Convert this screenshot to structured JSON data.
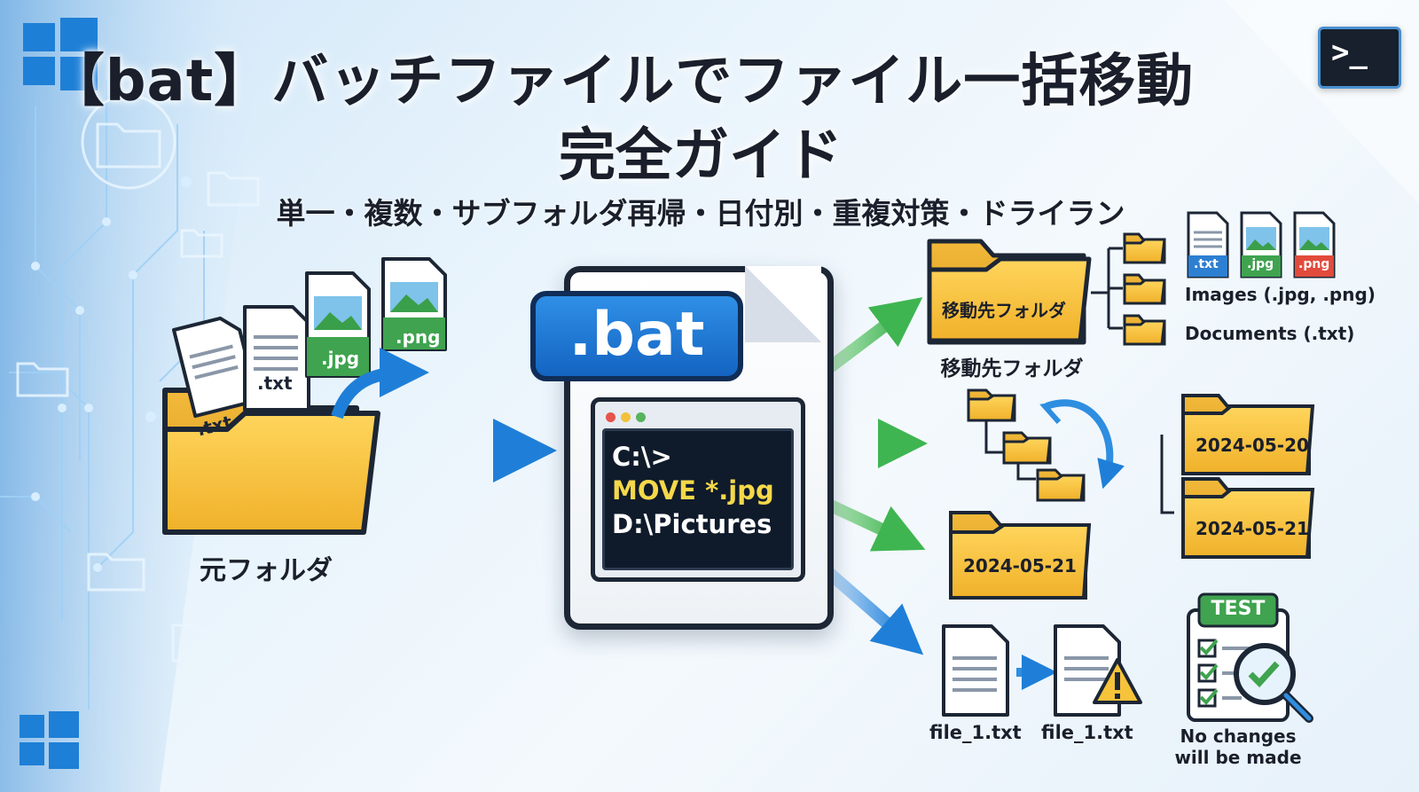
{
  "title": {
    "line1": "【bat】バッチファイルでファイル一括移動",
    "line2": "完全ガイド"
  },
  "subtitle": "単一・複数・サブフォルダ再帰・日付別・重複対策・ドライラン",
  "source": {
    "folder_label": "元フォルダ",
    "files": [
      ".txt",
      ".txt",
      ".jpg",
      ".png"
    ]
  },
  "bat": {
    "badge": ".bat",
    "command_lines": [
      "C:\\>",
      "MOVE *.jpg",
      "D:\\Pictures"
    ]
  },
  "destination": {
    "folder_inner_label": "移動先フォルダ",
    "folder_caption": "移動先フォルダ",
    "file_types": [
      ".txt",
      ".jpg",
      ".png"
    ],
    "subfolders": [
      "Images (.jpg, .png)",
      "Documents (.txt)"
    ]
  },
  "date_folders": {
    "single": "2024-05-21",
    "list": [
      "2024-05-20",
      "2024-05-21"
    ]
  },
  "duplicates": {
    "original": "file_1.txt",
    "conflict": "file_1.txt"
  },
  "dry_run": {
    "badge": "TEST",
    "caption_line1": "No changes",
    "caption_line2": "will be made"
  },
  "colors": {
    "folder": "#f7c33a",
    "folder_dark": "#e2a31f",
    "accent_blue": "#1e7fd6",
    "arrow_green": "#4cbb5c",
    "arrow_blue": "#2e8ee0",
    "outline": "#1c2635"
  },
  "icons": [
    "windows-logo-icon",
    "terminal-icon",
    "folder-icon",
    "file-icon",
    "image-file-icon",
    "warning-icon",
    "magnifier-icon",
    "checklist-icon",
    "cycle-arrows-icon"
  ]
}
